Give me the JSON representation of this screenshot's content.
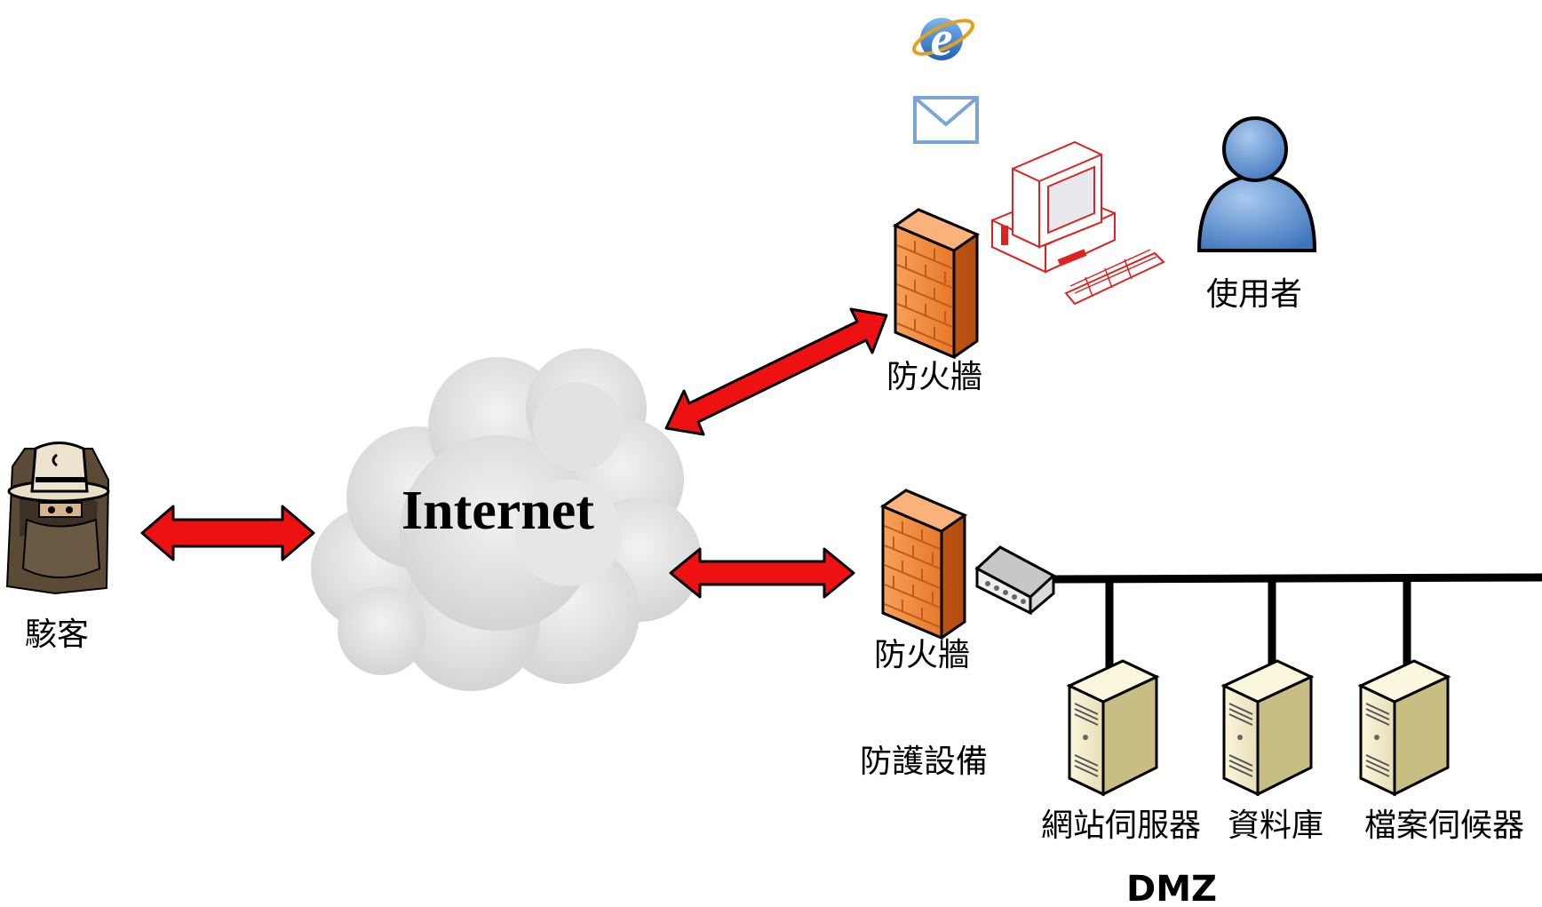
{
  "labels": {
    "hacker": "駭客",
    "internet": "Internet",
    "firewall_top": "防火牆",
    "firewall_bottom": "防火牆",
    "user": "使用者",
    "protection": "防護設備",
    "web_server": "網站伺服器",
    "database": "資料庫",
    "file_server": "檔案伺候器",
    "dmz": "DMZ"
  },
  "icons": {
    "hacker": "hacker-icon",
    "cloud": "cloud-icon",
    "firewall": "firewall-icon",
    "browser": "internet-explorer-icon",
    "mail": "mail-icon",
    "computer": "desktop-computer-icon",
    "user": "user-icon",
    "switch": "network-switch-icon",
    "server": "server-icon"
  },
  "colors": {
    "arrow": "#ee1111",
    "firewall": "#f08a3a",
    "cloud": "#d9d9d9",
    "user": "#5b8fd0",
    "computer_outline": "#dd2222",
    "network_line": "#000000"
  }
}
